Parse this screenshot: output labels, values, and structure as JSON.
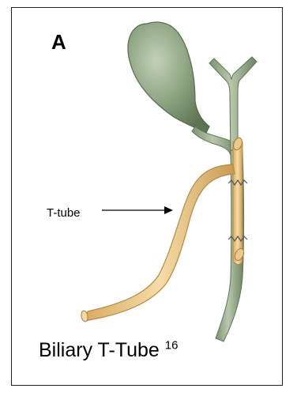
{
  "figure": {
    "panel_letter": "A",
    "pointer_label": "T-tube",
    "caption": {
      "text": "Biliary T-Tube",
      "reference": "16"
    }
  },
  "colors": {
    "duct_fill": "#93a887",
    "duct_stroke": "#5f7356",
    "gallbladder_fill": "#879d7b",
    "tube_fill": "#e8c485",
    "tube_stroke": "#b48a47",
    "suture": "#555555",
    "text": "#000000",
    "border": "#222222"
  }
}
